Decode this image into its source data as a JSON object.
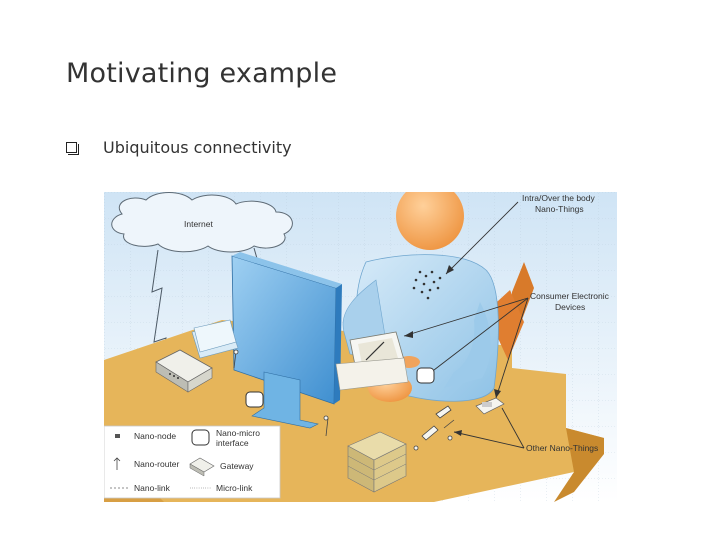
{
  "slide": {
    "title": "Motivating example",
    "bullet": "Ubiquitous connectivity"
  },
  "figure": {
    "cloud_label": "Internet",
    "callouts": {
      "intra_body_line1": "Intra/Over the body",
      "intra_body_line2": "Nano-Things",
      "consumer_line1": "Consumer Electronic",
      "consumer_line2": "Devices",
      "other_things": "Other Nano-Things"
    },
    "legend": {
      "nano_node": "Nano-node",
      "nano_micro_line1": "Nano-micro",
      "nano_micro_line2": "interface",
      "nano_router": "Nano-router",
      "gateway": "Gateway",
      "nano_link": "Nano-link",
      "micro_link": "Micro-link"
    },
    "colors": {
      "desk": "#e6b55a",
      "desk_edge": "#c98a2e",
      "person": "#b9d8ee",
      "skin": "#f2a65a",
      "monitor": "#5ba8de",
      "sky": "#dcecf8"
    }
  }
}
